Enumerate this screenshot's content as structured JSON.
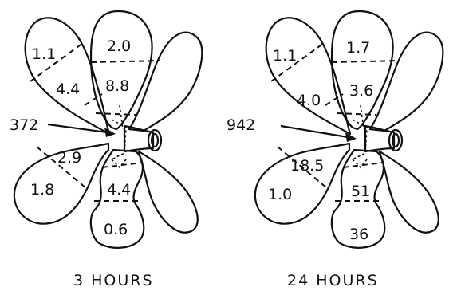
{
  "panels": [
    {
      "id": "3h",
      "caption": "3 HOURS",
      "injection_value": "372",
      "lobe_values": [
        "1.1",
        "4.4",
        "2.0",
        "8.8",
        "2.9",
        "1.8",
        "4.4",
        "0.6"
      ]
    },
    {
      "id": "24h",
      "caption": "24 HOURS",
      "injection_value": "942",
      "lobe_values": [
        "1.1",
        "4.0",
        "1.7",
        "3.6",
        "18.5",
        "1.0",
        "51",
        "36"
      ]
    }
  ]
}
